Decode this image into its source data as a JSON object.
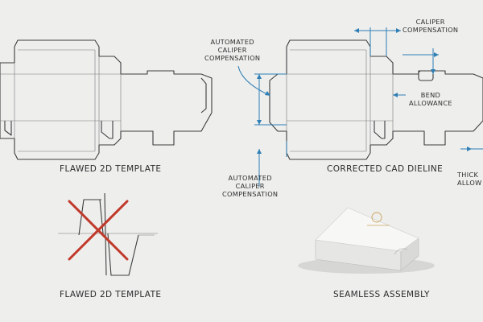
{
  "captions": {
    "flawed_template_top": "FLAWED 2D TEMPLATE",
    "corrected_dieline": "CORRECTED CAD DIELINE",
    "flawed_template_bottom": "FLAWED 2D TEMPLATE",
    "seamless_assembly": "SEAMLESS ASSEMBLY"
  },
  "callouts": {
    "caliper_top_line1": "CALIPER",
    "caliper_top_line2": "COMPENSATION",
    "auto_caliper_top_line1": "AUTOMATED",
    "auto_caliper_top_line2": "CALIPER",
    "auto_caliper_top_line3": "COMPENSATION",
    "bend_line1": "BEND",
    "bend_line2": "ALLOWANCE",
    "auto_caliper_bottom_line1": "AUTOMATED",
    "auto_caliper_bottom_line2": "CALIPER",
    "auto_caliper_bottom_line3": "COMPENSATION",
    "thickness_line1": "THICK",
    "thickness_line2": "ALLOW"
  },
  "colors": {
    "background": "#eeeeed",
    "dieline": "#3d3d3d",
    "dimension_blue": "#2f7fb5",
    "error_cross_red": "#c0392b",
    "logo_gold": "#c9a35a"
  },
  "icons": {
    "error_mark": "red-x-cross-icon",
    "box_logo": "gold-brand-seal"
  }
}
